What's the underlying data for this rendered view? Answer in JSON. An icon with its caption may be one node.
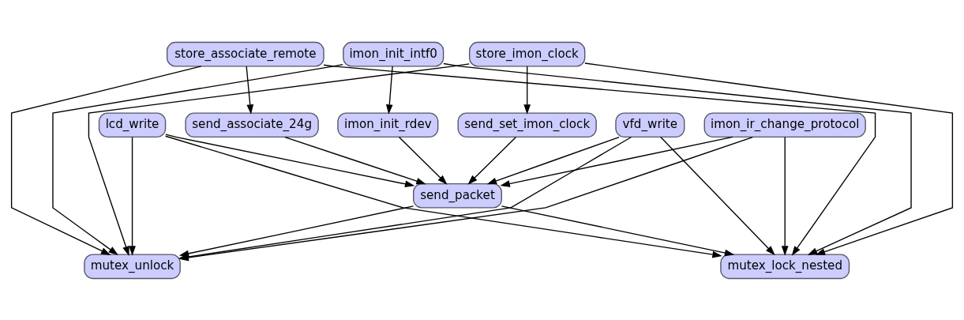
{
  "diagram": {
    "nodes": [
      {
        "text": [
          "store_imon_clock"
        ]
      },
      {
        "text": [
          "store_associate_remote"
        ]
      },
      {
        "text": [
          "imon_init_intf0"
        ]
      },
      {
        "text": [
          "lcd_write"
        ]
      },
      {
        "text": [
          "vfd_write"
        ]
      },
      {
        "text": [
          "send_set_imon_clock"
        ]
      },
      {
        "text": [
          "send_associate_24g"
        ]
      },
      {
        "text": [
          "imon_init_rdev"
        ]
      },
      {
        "text": [
          "imon_ir_change_protocol"
        ]
      },
      {
        "text": [
          "send_packet"
        ]
      },
      {
        "text": [
          "mutex_unlock"
        ]
      },
      {
        "text": [
          "mutex_lock_nested"
        ]
      }
    ],
    "edges": [
      {
        "from": 0,
        "to": 10,
        "arrow": "to"
      },
      {
        "from": 0,
        "to": 5,
        "arrow": "to"
      },
      {
        "from": 0,
        "to": 11,
        "arrow": "to"
      },
      {
        "from": 1,
        "to": 10,
        "arrow": "to"
      },
      {
        "from": 1,
        "to": 6,
        "arrow": "to"
      },
      {
        "from": 1,
        "to": 11,
        "arrow": "to"
      },
      {
        "from": 2,
        "to": 10,
        "arrow": "to"
      },
      {
        "from": 2,
        "to": 7,
        "arrow": "to"
      },
      {
        "from": 2,
        "to": 11,
        "arrow": "to"
      },
      {
        "from": 3,
        "to": 10,
        "arrow": "to"
      },
      {
        "from": 3,
        "to": 11,
        "arrow": "to"
      },
      {
        "from": 3,
        "to": 9,
        "arrow": "to"
      },
      {
        "from": 4,
        "to": 10,
        "arrow": "to"
      },
      {
        "from": 4,
        "to": 9,
        "arrow": "to"
      },
      {
        "from": 4,
        "to": 11,
        "arrow": "to"
      },
      {
        "from": 5,
        "to": 9,
        "arrow": "to"
      },
      {
        "from": 6,
        "to": 9,
        "arrow": "to"
      },
      {
        "from": 7,
        "to": 9,
        "arrow": "to"
      },
      {
        "from": 8,
        "to": 9,
        "arrow": "to"
      },
      {
        "from": 8,
        "to": 10,
        "arrow": "to"
      },
      {
        "from": 8,
        "to": 11,
        "arrow": "to"
      },
      {
        "from": 9,
        "to": 10,
        "arrow": "to"
      },
      {
        "from": 9,
        "to": 11,
        "arrow": "to"
      }
    ]
  }
}
